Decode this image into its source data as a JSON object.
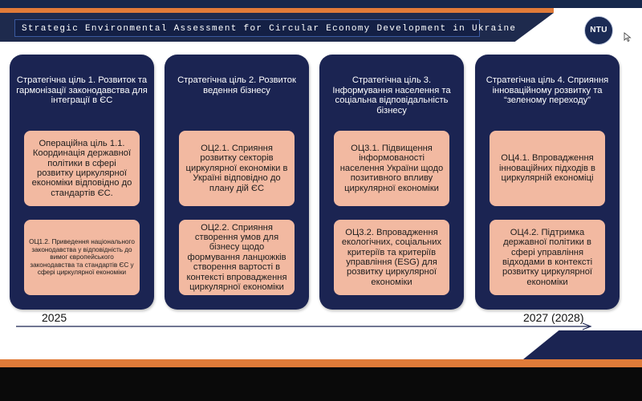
{
  "banner": {
    "title": "Strategic Environmental Assessment for Circular Economy Development in Ukraine"
  },
  "logo": {
    "text": "NTU"
  },
  "goals": [
    {
      "title": "Стратегічна ціль 1. Розвиток та гармонізації законодавства для інтеграції в ЄС",
      "op1": "Операційна ціль 1.1. Координація державної політики в сфері розвитку циркулярної економіки відповідно до стандартів ЄС.",
      "op2": "ОЦ1.2. Приведення національного законодавства у відповідність до вимог європейського законодавства та стандартів ЄС у сфері циркулярної економіки"
    },
    {
      "title": "Стратегічна  ціль 2. Розвиток ведення бізнесу",
      "op1": "ОЦ2.1. Сприяння розвитку секторів циркулярної економіки в Україні відповідно до плану дій ЄС",
      "op2": "ОЦ2.2. Сприяння створення умов для бізнесу щодо формування ланцюжків створення вартості в контексті впровадження циркулярної економіки"
    },
    {
      "title": "Стратегічна ціль 3. Інформування населення та соціальна відповідальність бізнесу",
      "op1": "ОЦ3.1. Підвищення інформованості населення України щодо позитивного впливу циркулярної економіки",
      "op2": "ОЦ3.2. Впровадження екологічних, соціальних критеріїв та критеріїв управління (ESG) для розвитку циркулярної економіки"
    },
    {
      "title": "Стратегічна ціль 4. Сприяння інноваційному розвитку та “зеленому переходу”",
      "op1": "ОЦ4.1. Впровадження інноваційних підходів в циркулярній економіці",
      "op2": "ОЦ4.2. Підтримка державної політики в сфері управління відходами в контексті розвитку циркулярної економіки"
    }
  ],
  "timeline": {
    "start": "2025",
    "end": "2027 (2028)"
  },
  "colors": {
    "navy": "#1b2452",
    "orange": "#e07b39",
    "peach": "#f2b9a1"
  }
}
